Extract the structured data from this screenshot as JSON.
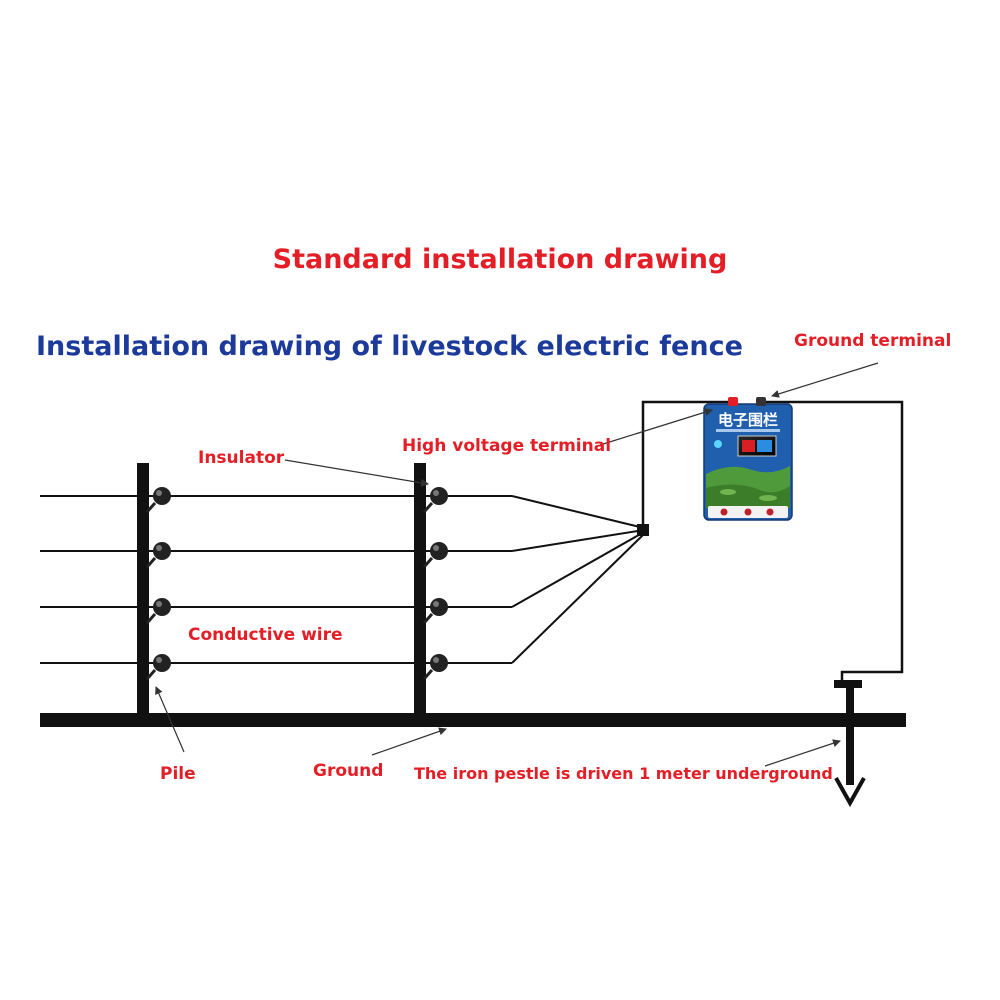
{
  "title": "Standard installation drawing",
  "subtitle": "Installation drawing of livestock electric fence",
  "labels": {
    "ground_terminal": "Ground terminal",
    "high_voltage_terminal": "High voltage terminal",
    "insulator": "Insulator",
    "conductive_wire": "Conductive wire",
    "pile": "Pile",
    "ground": "Ground",
    "iron_pestle": "The iron pestle is driven 1 meter underground"
  },
  "energizer": {
    "brand_text": "电子围栏"
  },
  "colors": {
    "title": "#e41e26",
    "subtitle": "#1c3a9a",
    "labels": "#e41e26",
    "lines": "#111111",
    "energizer_body": "#1f5fae",
    "energizer_field": "#4f9a3a"
  }
}
